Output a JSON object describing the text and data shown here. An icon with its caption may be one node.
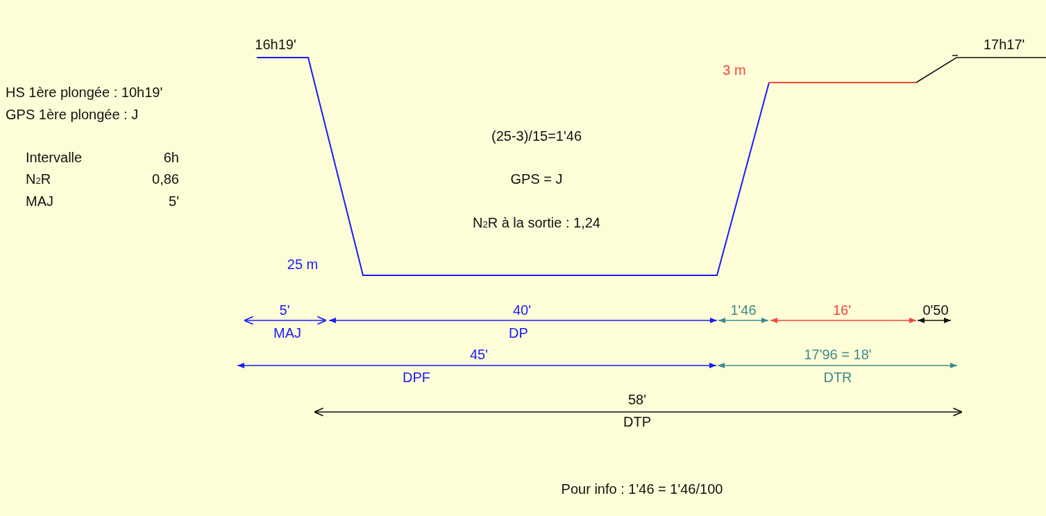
{
  "diagram": {
    "labels": [
      "16h19'",
      "17h17'",
      "3 m",
      "HS 1ère plongée : 10h19'",
      "GPS 1ère plongée : J",
      "(25-3)/15=1'46",
      "Intervalle",
      "6h",
      "N$_{2}$R",
      "0,86",
      "GPS = J",
      "MAJ",
      "5'",
      "N$_{2}$R à la sortie : 1,24",
      "25 m",
      "5'",
      "40'",
      "1'46",
      "16'",
      "0'50",
      "MAJ",
      "DP",
      "45'",
      "17'96 = 18'",
      "DPF",
      "DTR",
      "58'",
      "DTP",
      "Pour info : 1'46 = 1'46/100"
    ]
  }
}
